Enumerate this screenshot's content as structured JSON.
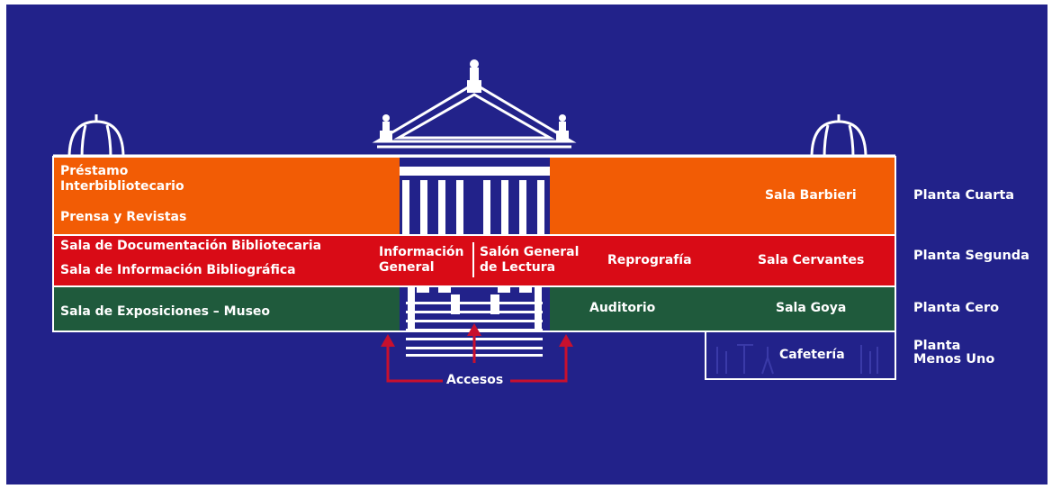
{
  "colors": {
    "background": "#22228a",
    "planta_cuarta": "#f25c05",
    "planta_segunda": "#d90b16",
    "planta_cero": "#1f5a3c",
    "outline": "#ffffff",
    "arrows": "#c8102e"
  },
  "floors": {
    "cuarta": "Planta Cuarta",
    "segunda": "Planta Segunda",
    "cero": "Planta Cero",
    "menos_uno": [
      "Planta",
      "Menos Uno"
    ]
  },
  "rooms": {
    "prestamo": [
      "Préstamo",
      "Interbibliotecario"
    ],
    "prensa": "Prensa y Revistas",
    "barbieri": "Sala Barbieri",
    "documentacion": "Sala de Documentación Bibliotecaria",
    "informacion_bibliografica": "Sala de Información Bibliográfica",
    "informacion_general": [
      "Información",
      "General"
    ],
    "salon_general": [
      "Salón General",
      "de Lectura"
    ],
    "reprografia": "Reprografía",
    "cervantes": "Sala Cervantes",
    "exposiciones": "Sala de Exposiciones – Museo",
    "auditorio": "Auditorio",
    "goya": "Sala Goya",
    "cafeteria": "Cafetería"
  },
  "accesos": "Accesos"
}
